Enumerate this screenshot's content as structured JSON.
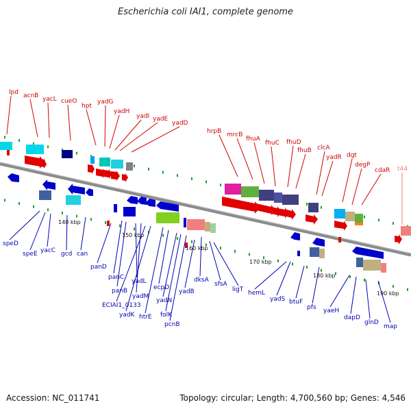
{
  "title": "Escherichia coli IAI1, complete genome",
  "footer": {
    "accession": "Accession: NC_011741",
    "summary": "Topology: circular; Length: 4,700,560 bp; Genes: 4,546"
  },
  "kbp_labels": [
    "140 kbp",
    "150 kbp",
    "160 kbp",
    "170 kbp",
    "180 kbp",
    "190 kbp"
  ],
  "top_labels": [
    "lpd",
    "acnB",
    "yacL",
    "cueO",
    "hpt",
    "yadG",
    "yadH",
    "yadI",
    "yadE",
    "yadD",
    "hrpB",
    "mrcB",
    "fhuA",
    "fhuC",
    "fhuD",
    "fhuB",
    "clcA",
    "yadR",
    "dgt",
    "degP",
    "cdaR",
    "t44"
  ],
  "bottom_labels": [
    "speD",
    "speE",
    "yacC",
    "gcd",
    "can",
    "panD",
    "panC",
    "panB",
    "yadL",
    "yadM",
    "ECIAI1_0133",
    "yadK",
    "htrE",
    "ecpD",
    "yadN",
    "folK",
    "pcnB",
    "yadB",
    "dksA",
    "sfsA",
    "ligT",
    "hemL",
    "yadS",
    "btuF",
    "pfs",
    "yaeH",
    "dapD",
    "glnD",
    "map"
  ],
  "colors": {
    "forward_gene": "#e00000",
    "reverse_gene": "#0000cc",
    "backbone": "#8c8c8c",
    "tick": "#18a018",
    "label_red": "#d00000",
    "label_blue": "#0000b0",
    "label_pink": "#f08080"
  }
}
